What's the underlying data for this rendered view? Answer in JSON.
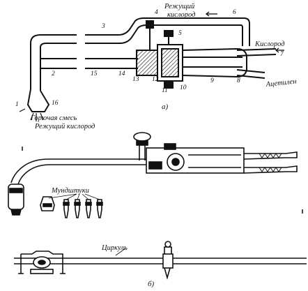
{
  "figure_a": {
    "caption": "а)",
    "labels": {
      "cutting_oxygen_top": [
        "Режущий",
        "кислород"
      ],
      "oxygen": "Кислород",
      "acetylene": "Ацетилен",
      "combustible_mixture": "Горючая смесь",
      "cutting_oxygen_bottom": "Режущий кислород"
    },
    "numbers": [
      "1",
      "2",
      "3",
      "4",
      "5",
      "6",
      "7",
      "8",
      "9",
      "10",
      "11",
      "12",
      "13",
      "14",
      "15",
      "16"
    ]
  },
  "figure_b": {
    "caption": "б)",
    "labels": {
      "nozzles": "Мундштуки",
      "compass": "Циркуль"
    }
  },
  "colors": {
    "ink": "#111111",
    "background": "#ffffff"
  }
}
